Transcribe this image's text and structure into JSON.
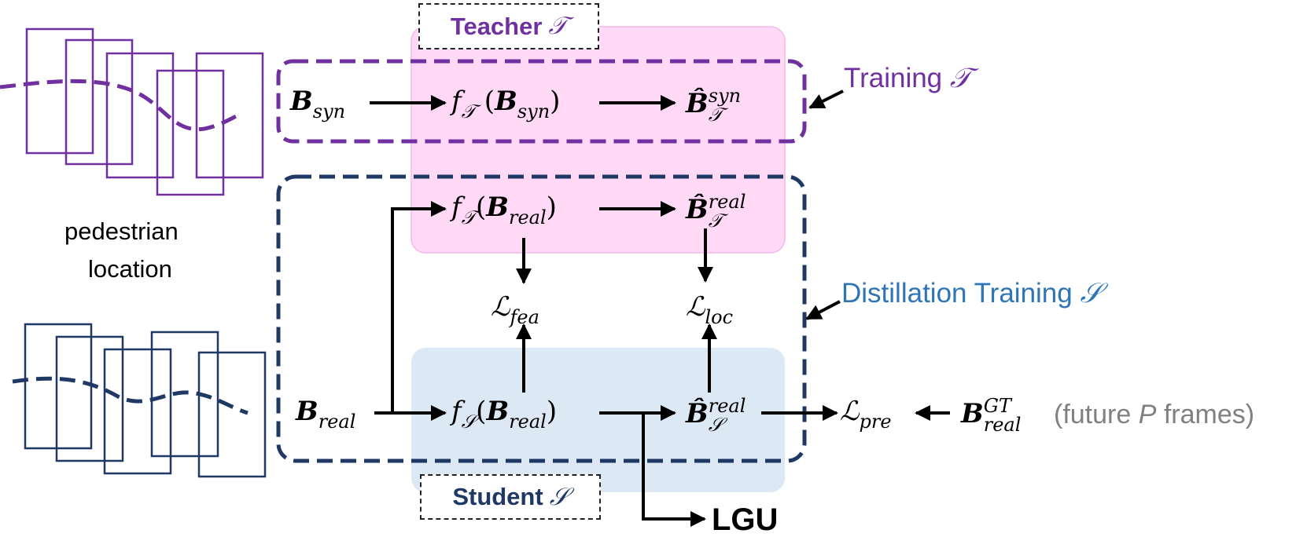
{
  "colors": {
    "purple": "#7030A0",
    "navy": "#1F3864",
    "blue_text": "#2E75B6",
    "teacher_fill": "#FFD9F6",
    "student_fill": "#DDE8F5",
    "gray_text": "#808080"
  },
  "tags": {
    "teacher_word": "Teacher",
    "teacher_symbol": "𝒯",
    "student_word": "Student",
    "student_symbol": "𝒮"
  },
  "side_labels": {
    "training_word": "Training",
    "training_symbol": "𝒯",
    "distill_word": "Distillation Training",
    "distill_symbol": "𝒮",
    "pedestrian_line1": "pedestrian",
    "pedestrian_line2": "location"
  },
  "nodes": {
    "b_syn_base": "B",
    "b_syn_sub": "syn",
    "f_t_syn_f": "f",
    "f_t_syn_fsub": "𝒯",
    "f_t_syn_open": "(",
    "f_t_syn_b": "B",
    "f_t_syn_sub": "syn",
    "f_t_syn_close": ")",
    "bhat_t_syn_base": "B̂",
    "bhat_t_syn_sup": "syn",
    "bhat_t_syn_sub": "𝒯",
    "f_t_real_f": "f",
    "f_t_real_fsub": "𝒯",
    "f_t_real_open": "(",
    "f_t_real_b": "B",
    "f_t_real_sub": "real",
    "f_t_real_close": ")",
    "bhat_t_real_base": "B̂",
    "bhat_t_real_sup": "real",
    "bhat_t_real_sub": "𝒯",
    "l_fea_base": "ℒ",
    "l_fea_sub": "fea",
    "l_loc_base": "ℒ",
    "l_loc_sub": "loc",
    "b_real_base": "B",
    "b_real_sub": "real",
    "f_s_real_f": "f",
    "f_s_real_fsub": "𝒮",
    "f_s_real_open": "(",
    "f_s_real_b": "B",
    "f_s_real_sub": "real",
    "f_s_real_close": ")",
    "bhat_s_real_base": "B̂",
    "bhat_s_real_sup": "real",
    "bhat_s_real_sub": "𝒮",
    "l_pre_base": "ℒ",
    "l_pre_sub": "pre",
    "b_gt_base": "B",
    "b_gt_sup": "GT",
    "b_gt_sub": "real",
    "future_open": "(future",
    "future_p": "P",
    "future_close": "frames)",
    "lgu": "LGU"
  }
}
